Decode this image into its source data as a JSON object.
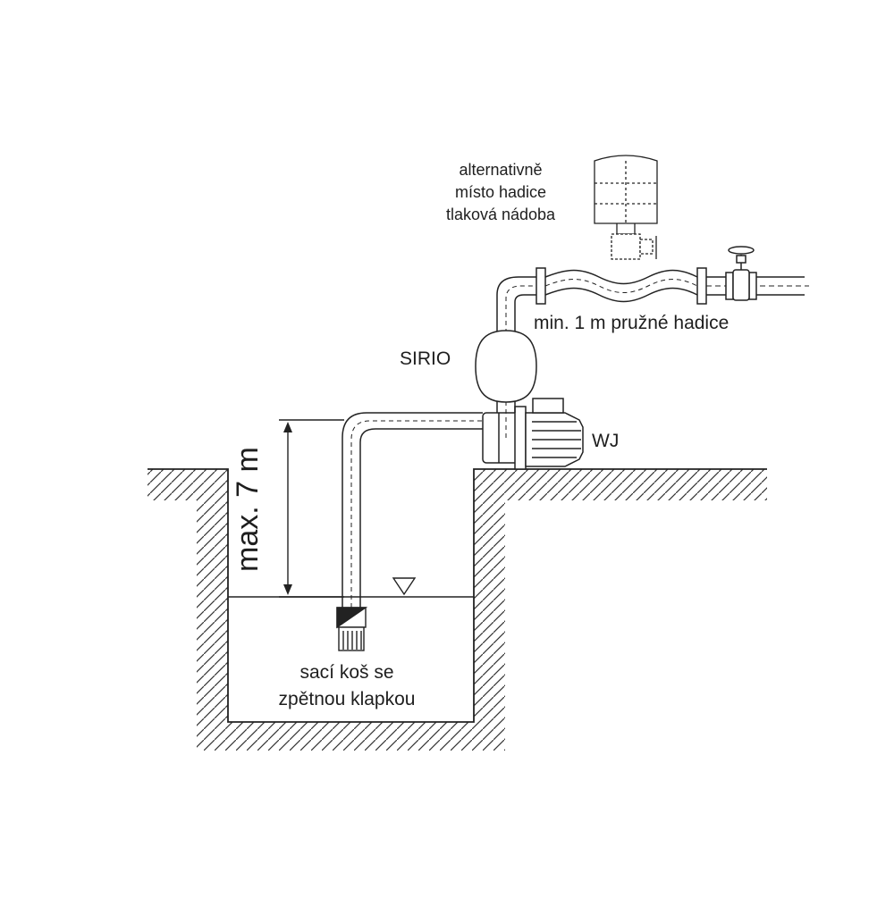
{
  "labels": {
    "alternative_line1": "alternativně",
    "alternative_line2": "místo hadice",
    "alternative_line3": "tlaková nádoba",
    "flexible_hose": "min. 1 m pružné hadice",
    "sirio": "SIRIO",
    "wj": "WJ",
    "max_depth": "max. 7 m",
    "basket_line1": "sací koš se",
    "basket_line2": "zpětnou klapkou"
  }
}
